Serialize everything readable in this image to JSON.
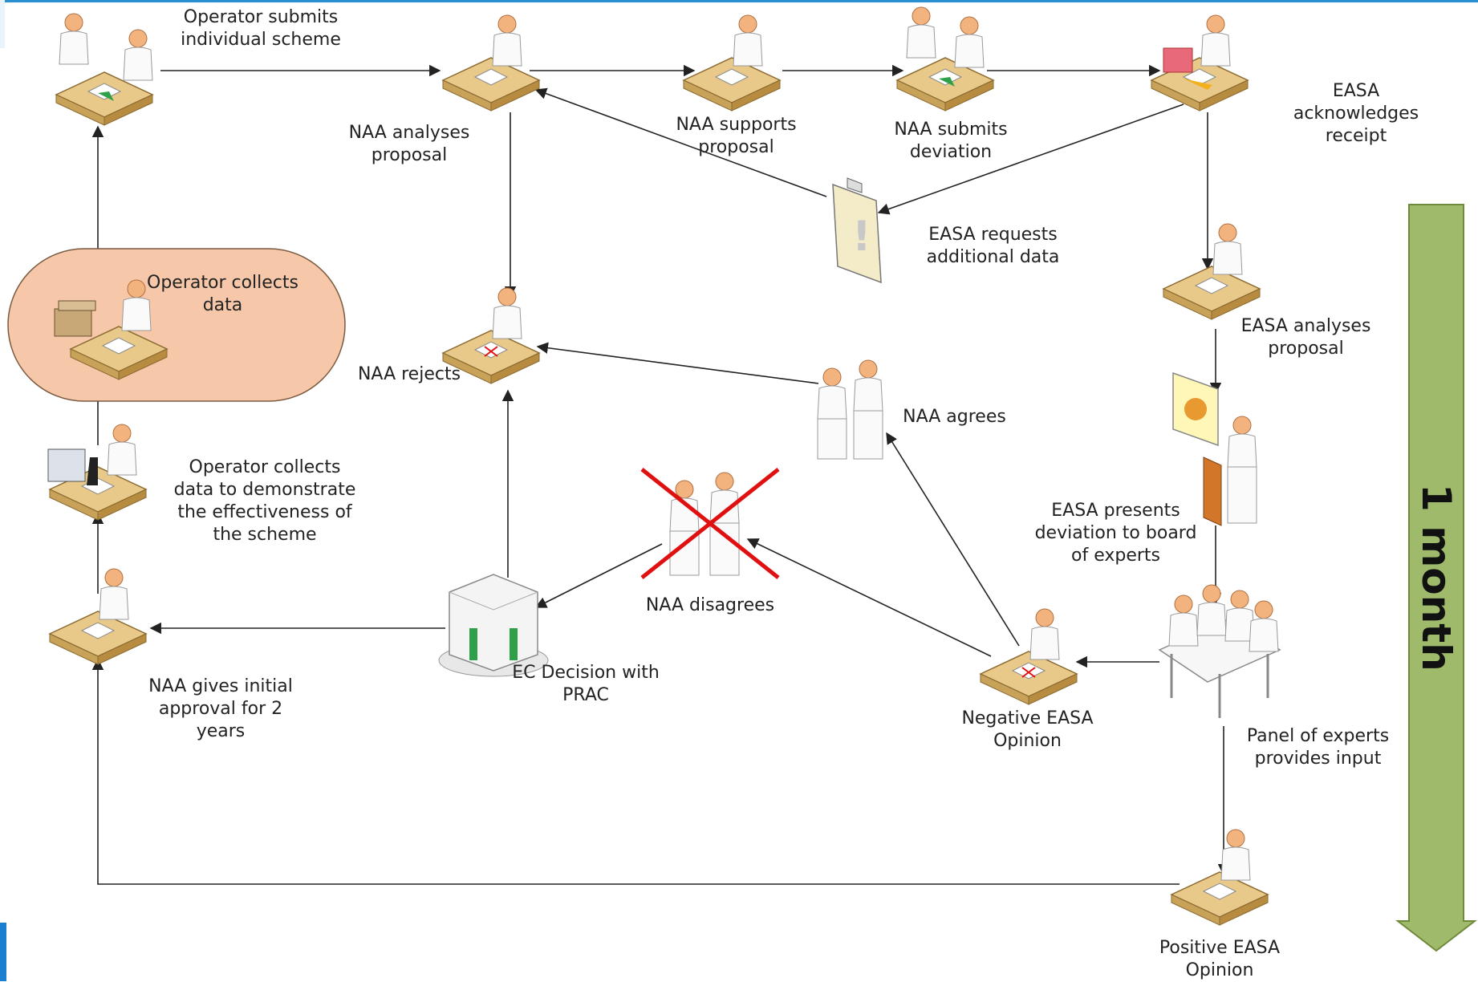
{
  "labels": {
    "operator_submits": "Operator submits\nindividual scheme",
    "naa_analyses": "NAA analyses\nproposal",
    "naa_supports": "NAA supports\nproposal",
    "naa_submits": "NAA submits\ndeviation",
    "easa_ack": "EASA\nacknowledges\nreceipt",
    "easa_requests": "EASA requests\nadditional data",
    "operator_collects": "Operator collects\ndata",
    "naa_rejects": "NAA rejects",
    "easa_analyses": "EASA analyses\nproposal",
    "naa_agrees": "NAA agrees",
    "operator_demo": "Operator collects\ndata to demonstrate\nthe effectiveness of\nthe scheme",
    "easa_presents": "EASA presents\ndeviation to board\nof experts",
    "naa_disagrees": "NAA disagrees",
    "naa_initial": "NAA gives initial\napproval for 2\nyears",
    "ec_decision": "EC Decision with\nPRAC",
    "negative_opinion": "Negative EASA\nOpinion",
    "panel_experts": "Panel of experts\nprovides input",
    "positive_opinion": "Positive EASA\nOpinion",
    "month": "1 month"
  },
  "colors": {
    "desk": "#e9c98a",
    "skin": "#f2b37f",
    "oval_fill": "#f6c7a8",
    "arrow_fill": "#9fba6a",
    "cross": "#e01010"
  }
}
